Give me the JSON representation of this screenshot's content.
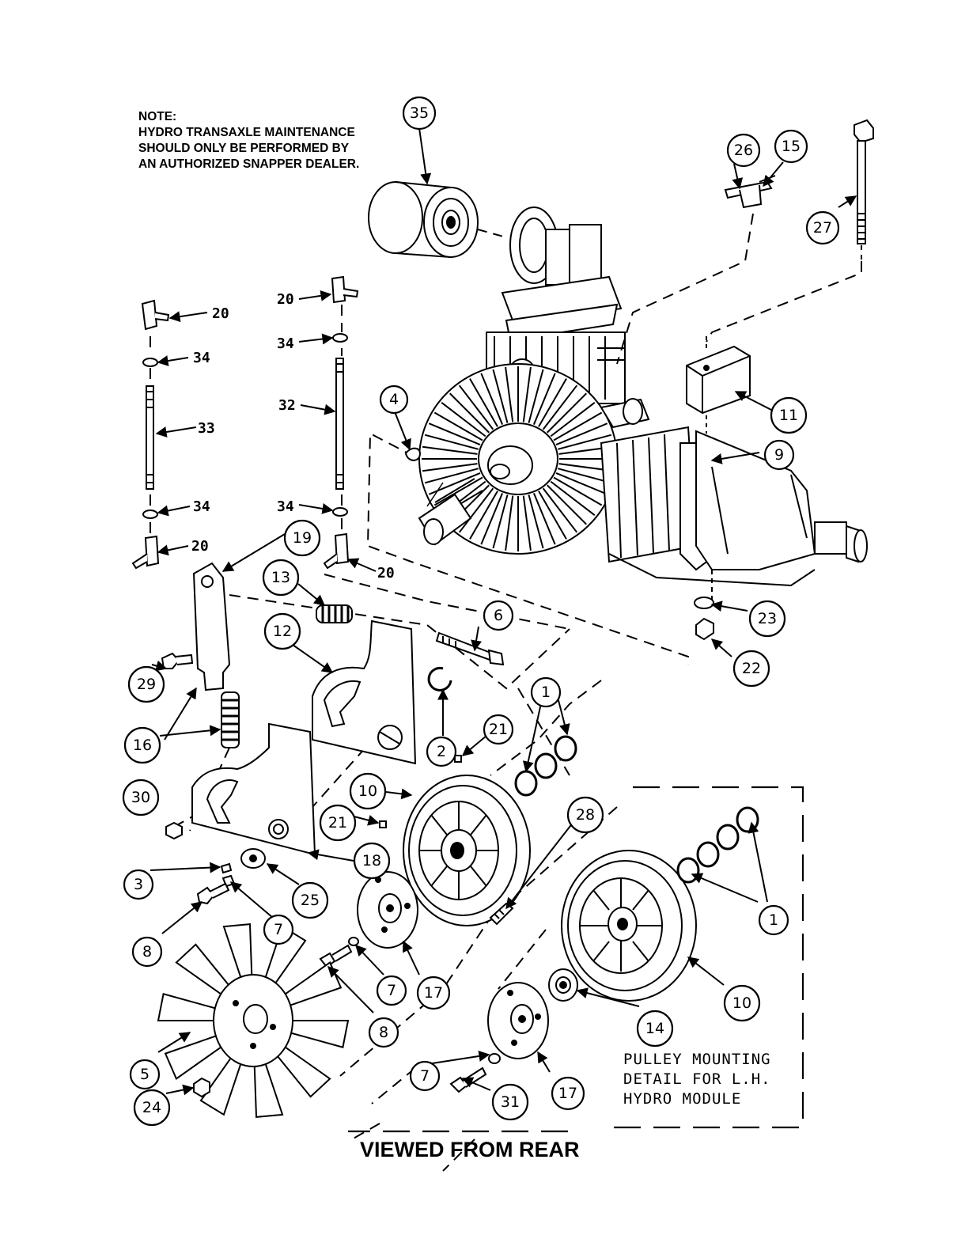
{
  "note": {
    "lines": [
      "NOTE:",
      "HYDRO TRANSAXLE MAINTENANCE",
      "SHOULD ONLY BE PERFORMED BY",
      "AN AUTHORIZED SNAPPER DEALER."
    ]
  },
  "callouts": {
    "c1a": "1",
    "c1b": "1",
    "c2": "2",
    "c3": "3",
    "c4": "4",
    "c5": "5",
    "c6": "6",
    "c7a": "7",
    "c7b": "7",
    "c7c": "7",
    "c8a": "8",
    "c8b": "8",
    "c9": "9",
    "c10a": "10",
    "c10b": "10",
    "c11": "11",
    "c12": "12",
    "c13": "13",
    "c14": "14",
    "c15": "15",
    "c16": "16",
    "c17a": "17",
    "c17b": "17",
    "c18": "18",
    "c19": "19",
    "c21a": "21",
    "c21b": "21",
    "c22": "22",
    "c23": "23",
    "c24": "24",
    "c25": "25",
    "c26": "26",
    "c27": "27",
    "c28": "28",
    "c29": "29",
    "c30": "30",
    "c31": "31",
    "c35": "35"
  },
  "labels": {
    "l20a": "20",
    "l20b": "20",
    "l20c": "20",
    "l20d": "20",
    "l34a": "34",
    "l34b": "34",
    "l34c": "34",
    "l34d": "34",
    "l32": "32",
    "l33": "33"
  },
  "detail": {
    "lines": [
      "PULLEY MOUNTING",
      "DETAIL FOR L.H.",
      "HYDRO MODULE"
    ]
  },
  "footer": {
    "title": "VIEWED FROM REAR"
  }
}
